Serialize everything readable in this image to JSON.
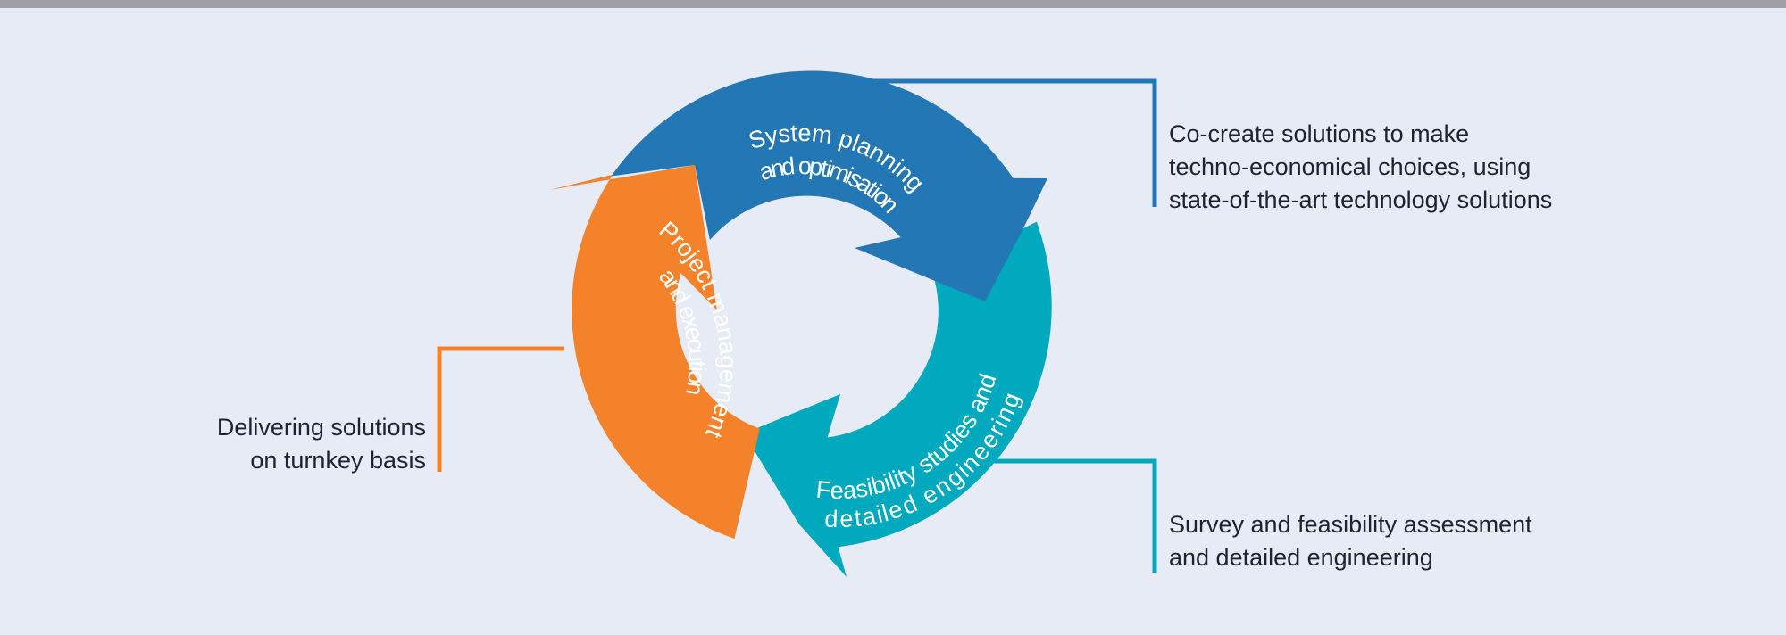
{
  "colors": {
    "background": "#e7ebf6",
    "top_bar": "#9d9ea6",
    "planning": "#2377b4",
    "feasibility": "#00a9bd",
    "project": "#f4822a",
    "text": "#1f2230"
  },
  "cycle": {
    "planning": {
      "line1": "System planning",
      "line2": "and optimisation"
    },
    "feasibility": {
      "line1": "Feasibility studies and",
      "line2": "detailed engineering"
    },
    "project": {
      "line1": "Project management",
      "line2": "and execution"
    }
  },
  "callouts": {
    "planning": {
      "lines": [
        "Co-create solutions to make",
        "techno-economical choices, using",
        "state-of-the-art technology solutions"
      ]
    },
    "feasibility": {
      "lines": [
        "Survey and feasibility assessment",
        "and detailed engineering"
      ]
    },
    "project": {
      "lines": [
        "Delivering solutions",
        "on turnkey basis"
      ]
    }
  }
}
